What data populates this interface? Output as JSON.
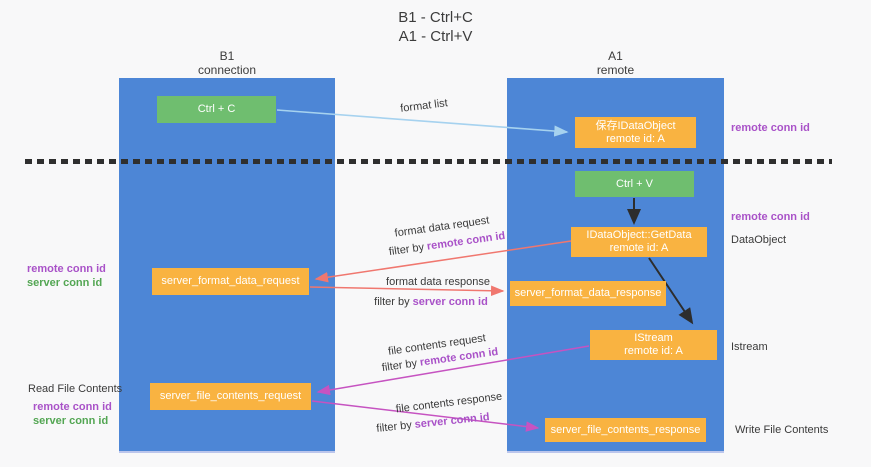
{
  "title": {
    "line1": "B1 - Ctrl+C",
    "line2": "A1 - Ctrl+V"
  },
  "columns": {
    "left": {
      "name": "B1",
      "role": "connection"
    },
    "right": {
      "name": "A1",
      "role": "remote"
    }
  },
  "boxes": {
    "ctrl_c": "Ctrl + C",
    "ctrl_v": "Ctrl + V",
    "save_idataobject": {
      "line1": "保存IDataObject",
      "line2": "remote id: A"
    },
    "getdata": {
      "line1": "IDataObject::GetData",
      "line2": "remote id: A"
    },
    "istream": {
      "line1": "IStream",
      "line2": "remote id: A"
    },
    "server_format_data_request": "server_format_data_request",
    "server_format_data_response": "server_format_data_response",
    "server_file_contents_request": "server_file_contents_request",
    "server_file_contents_response": "server_file_contents_response"
  },
  "annotations": {
    "remote_conn_id": "remote conn id",
    "server_conn_id": "server conn id",
    "dataobject": "DataObject",
    "istream": "Istream",
    "read_file_contents": "Read File Contents",
    "write_file_contents": "Write File Contents"
  },
  "flow": {
    "format_list": "format list",
    "format_data_request": "format data request",
    "format_data_response": "format data response",
    "file_contents_request": "file contents request",
    "file_contents_response": "file contents response",
    "filter_by": "filter by",
    "remote_conn_id": "remote conn id",
    "server_conn_id": "server conn id"
  },
  "colors": {
    "bg": "#f8f8f9",
    "lane_blue": "#4d86d6",
    "box_green": "#6fbe6f",
    "box_orange": "#f9b341",
    "text_ink": "#3a3a3a",
    "text_purple": "#a952c8",
    "text_green": "#53a653",
    "arrow_salmon": "#f0776f",
    "arrow_magenta": "#c653c1",
    "arrow_lightblue": "#a6d2ef",
    "arrow_black": "#2d2d2d",
    "dash_line": "#2f2f2f"
  }
}
